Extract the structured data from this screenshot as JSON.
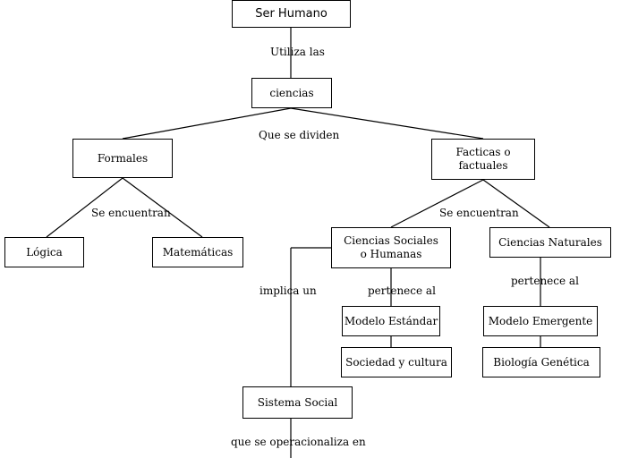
{
  "nodes": {
    "ser_humano": "Ser Humano",
    "ciencias": "ciencias",
    "formales": "Formales",
    "facticas": "Facticas o\nfactuales",
    "logica": "Lógica",
    "matematicas": "Matemáticas",
    "ciencias_sociales": "Ciencias Sociales\no Humanas",
    "ciencias_naturales": "Ciencias Naturales",
    "modelo_estandar": "Modelo Estándar",
    "sociedad_cultura": "Sociedad y cultura",
    "modelo_emergente": "Modelo Emergente",
    "biologia_genetica": "Biología Genética",
    "sistema_social": "Sistema Social"
  },
  "links": {
    "utiliza_las": "Utiliza las",
    "que_se_dividen": "Que se dividen",
    "se_encuentran_formales": "Se encuentran",
    "se_encuentran_facticas": "Se encuentran",
    "implica_un": "implica un",
    "pertenece_al_sociales": "pertenece al",
    "pertenece_al_naturales": "pertenece al",
    "que_se_operacionaliza": "que se operacionaliza en"
  },
  "colors": {
    "line": "#000000",
    "box_border": "#000000",
    "background": "#ffffff"
  }
}
